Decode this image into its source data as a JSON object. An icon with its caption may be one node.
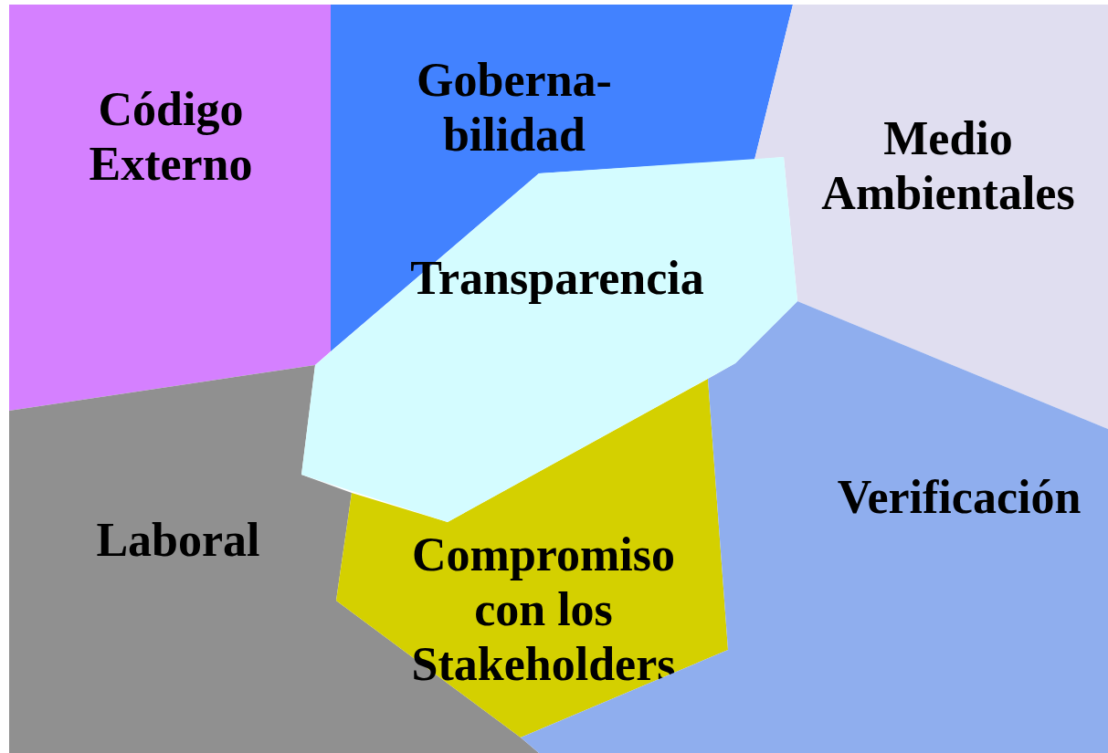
{
  "diagram": {
    "nodes": [
      {
        "text": [
          "Código Externo"
        ]
      },
      {
        "text": [
          "Goberna-bilidad"
        ]
      },
      {
        "text": [
          "Medio Ambientales"
        ]
      },
      {
        "text": [
          "Laboral"
        ]
      },
      {
        "text": [
          "Compromiso con los Stakeholders"
        ]
      },
      {
        "text": [
          "Verificación"
        ]
      },
      {
        "text": [
          "Transparencia"
        ]
      }
    ]
  }
}
